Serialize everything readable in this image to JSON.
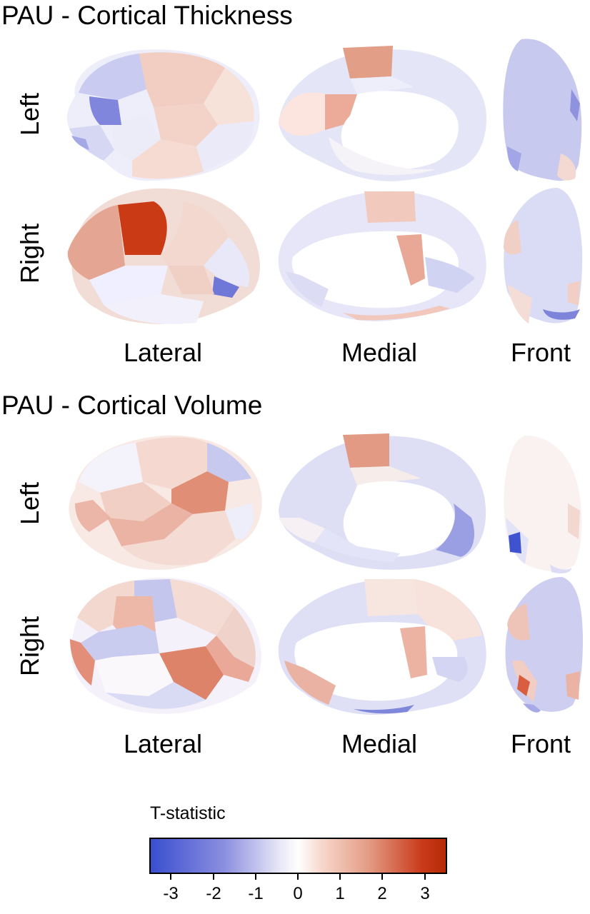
{
  "sections": [
    {
      "title": "PAU - Cortical Thickness",
      "row_labels": [
        "Left",
        "Right"
      ],
      "view_labels": [
        "Lateral",
        "Medial",
        "Front"
      ]
    },
    {
      "title": "PAU - Cortical Volume",
      "row_labels": [
        "Left",
        "Right"
      ],
      "view_labels": [
        "Lateral",
        "Medial",
        "Front"
      ]
    }
  ],
  "legend": {
    "title": "T-statistic",
    "ticks": [
      "-3",
      "-2",
      "-1",
      "0",
      "1",
      "2",
      "3"
    ],
    "range": [
      -3.5,
      3.5
    ],
    "colors": {
      "low": "#3a4fcf",
      "mid": "#ffffff",
      "high": "#b52a06"
    }
  }
}
